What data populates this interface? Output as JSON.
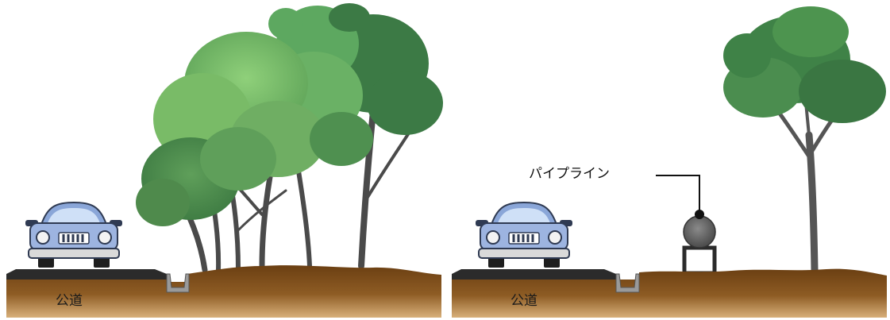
{
  "left_panel": {
    "road_label": "公道"
  },
  "right_panel": {
    "road_label": "公道",
    "pipeline_label": "パイプライン"
  },
  "colors": {
    "soil": "#7a4e1c",
    "soil_light": "#c89a5c",
    "asphalt": "#2b2b2b",
    "car_body": "#9db4e0",
    "leaf_dark": "#3f7a44",
    "leaf_light": "#7cbf6a",
    "trunk": "#4a4a4a",
    "pipe": "#6e6e6e"
  }
}
